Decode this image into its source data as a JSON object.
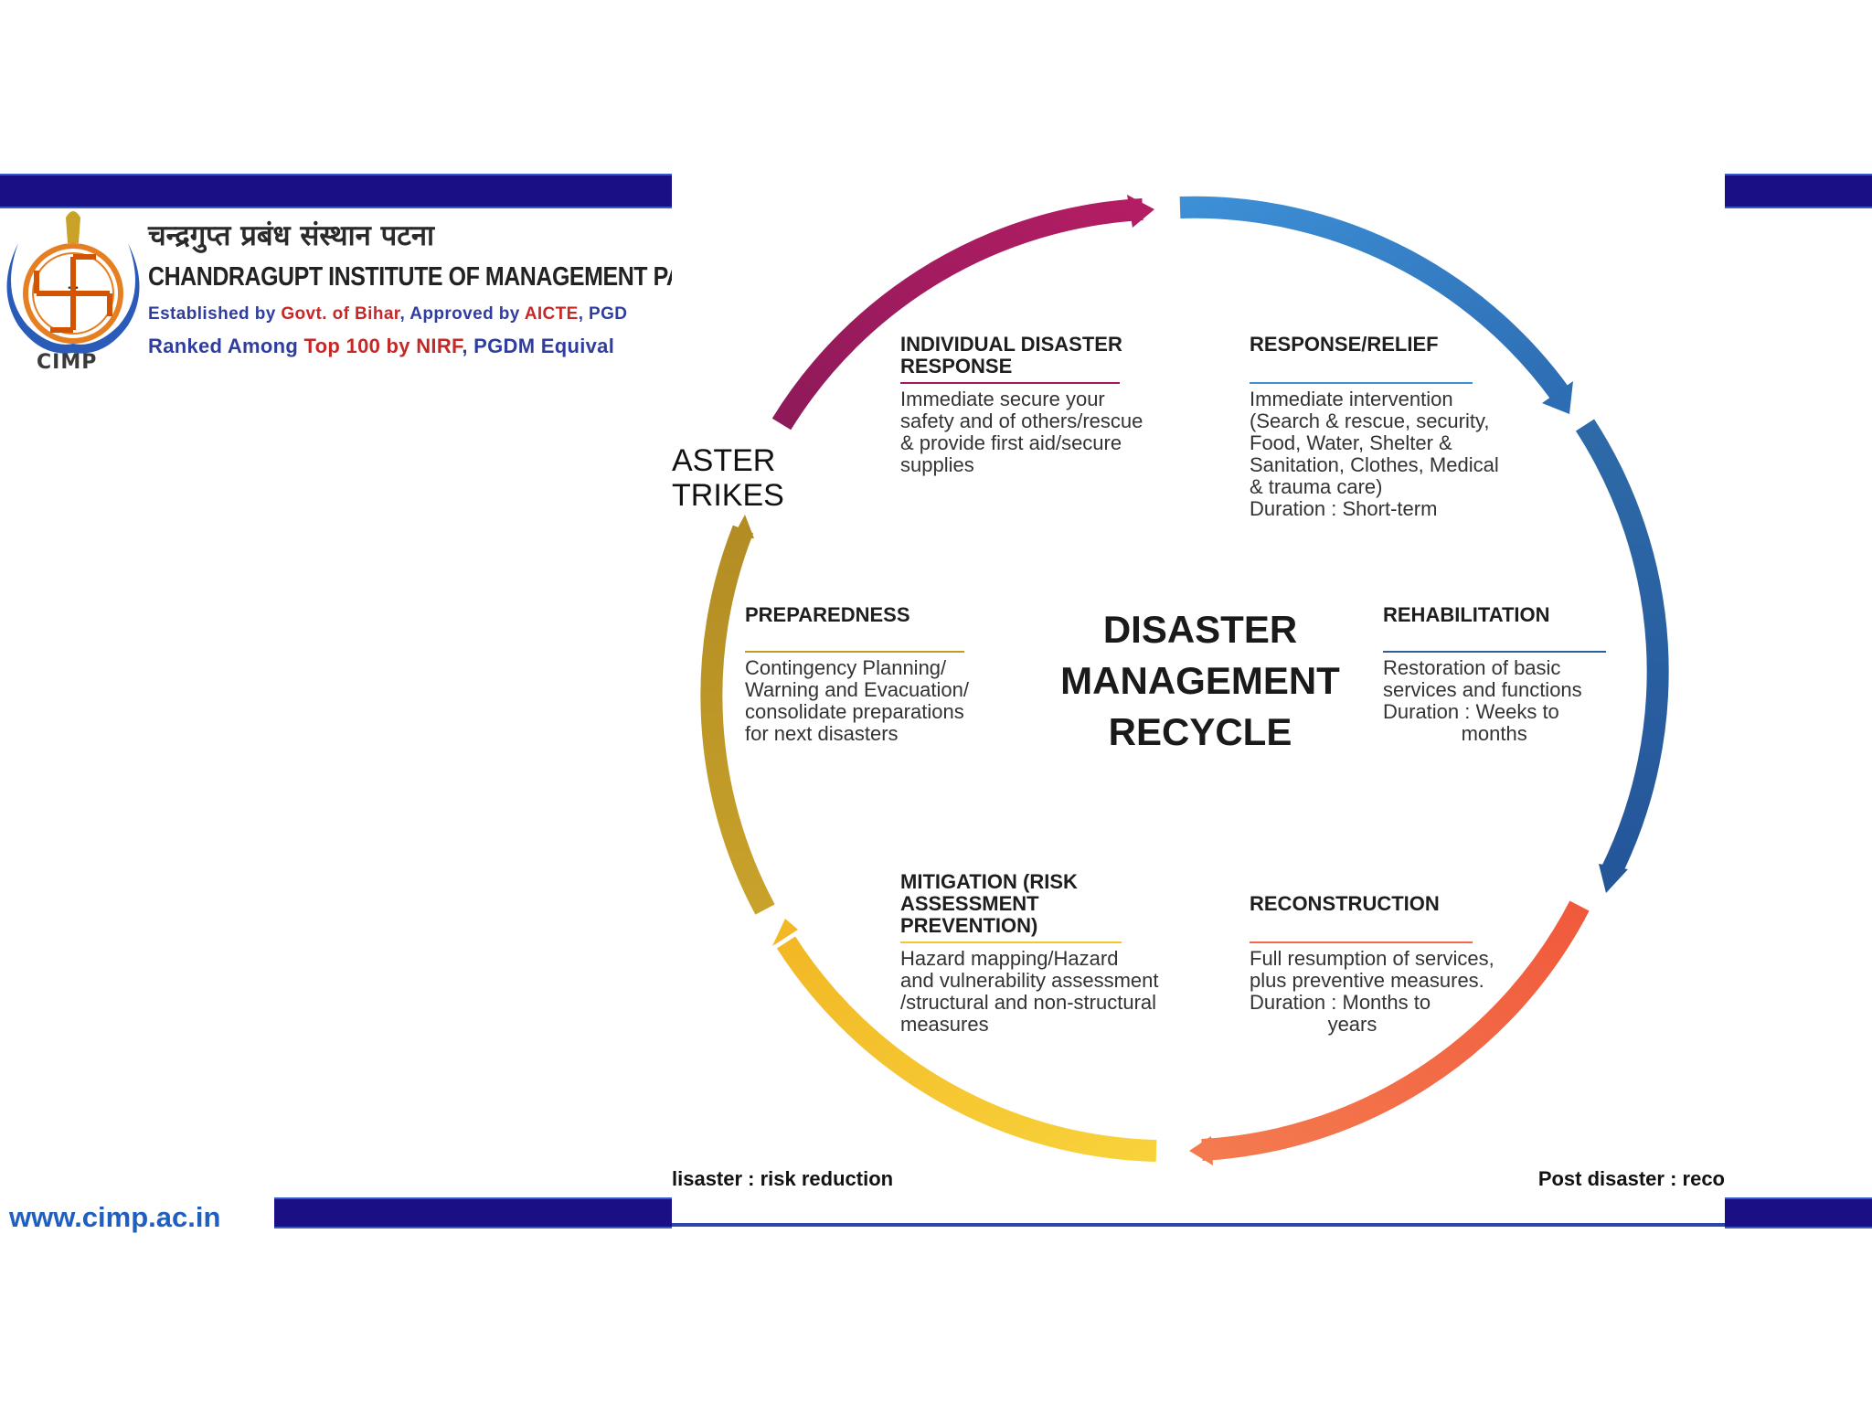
{
  "header": {
    "hindi_name": "चन्द्रगुप्त प्रबंध संस्थान पटना",
    "english_name": "CHANDRAGUPT INSTITUTE OF MANAGEMENT PATNA",
    "established_prefix": "Established by ",
    "established_red": "Govt. of Bihar",
    "established_mid": ", Approved by ",
    "established_red2": "AICTE",
    "established_tail": ", PGD",
    "ranked_prefix": "Ranked Among ",
    "ranked_red": "Top 100 by NIRF",
    "ranked_tail": ", PGDM Equival",
    "logo_text": "CIMP"
  },
  "footer": {
    "url": "www.cimp.ac.in"
  },
  "diagram": {
    "center_title": "DISASTER\nMANAGEMENT\nRECYCLE",
    "strikes_label": "ASTER\nTRIKES",
    "footer_left": "lisaster : risk reduction",
    "footer_right": "Post disaster : reco",
    "phases": {
      "individual": {
        "title": "INDIVIDUAL DISASTER\nRESPONSE",
        "body": "Immediate secure your\nsafety and of others/rescue\n& provide first aid/secure\nsupplies"
      },
      "response": {
        "title": "RESPONSE/RELIEF",
        "body": "Immediate intervention\n(Search & rescue, security,\nFood, Water, Shelter &\nSanitation, Clothes, Medical\n& trauma care)\nDuration : Short-term"
      },
      "preparedness": {
        "title": "PREPAREDNESS",
        "body": "Contingency Planning/\nWarning and Evacuation/\nconsolidate preparations\nfor next disasters"
      },
      "rehabilitation": {
        "title": "REHABILITATION",
        "body": "Restoration of basic\nservices and functions\nDuration : Weeks to\n              months"
      },
      "mitigation": {
        "title": "MITIGATION (RISK\nASSESSMENT\nPREVENTION)",
        "body": "Hazard mapping/Hazard\nand vulnerability assessment\n/structural and non-structural\nmeasures"
      },
      "reconstruction": {
        "title": "RECONSTRUCTION",
        "body": "Full resumption of services,\nplus preventive measures.\nDuration : Months to\n              years"
      }
    },
    "colors": {
      "band": "#1b0f86",
      "magenta": "#a2195f",
      "blue_light": "#3d8fd6",
      "blue_dark": "#2d5f9e",
      "orange": "#f06a45",
      "yellow": "#f6c531",
      "olive": "#c39a28"
    }
  }
}
